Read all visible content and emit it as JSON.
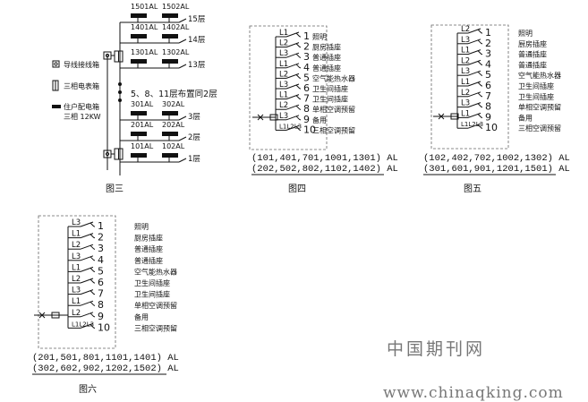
{
  "fig3": {
    "caption": "图三",
    "legend": {
      "jbox": "导线接线箱",
      "meter": "三相电表箱",
      "dist1": "住户配电箱",
      "dist2": "三相 12KW"
    },
    "floors": [
      {
        "left": "1501AL",
        "right": "1502AL",
        "floor": "15层"
      },
      {
        "left": "1401AL",
        "right": "1402AL",
        "floor": "14层"
      },
      {
        "left": "1301AL",
        "right": "1302AL",
        "floor": "13层"
      },
      {
        "left": "301AL",
        "right": "302AL",
        "floor": "3层"
      },
      {
        "left": "201AL",
        "right": "202AL",
        "floor": "2层"
      },
      {
        "left": "101AL",
        "right": "102AL",
        "floor": "1层"
      }
    ],
    "note": "5、8、11层布置同2层"
  },
  "fig4": {
    "caption": "图四",
    "phases": [
      "L1",
      "L2",
      "L3",
      "L1",
      "L2",
      "L3",
      "L1",
      "L2",
      "L3",
      "L1L2L3"
    ],
    "circuits": [
      "照明",
      "厨房插座",
      "普通插座",
      "普通插座",
      "空气能热水器",
      "卫生间插座",
      "卫生间插座",
      "单相空调预留",
      "备用",
      "三相空调预留"
    ],
    "labels": [
      "(101,401,701,1001,1301) AL",
      "(202,502,802,1102,1402) AL"
    ]
  },
  "fig5": {
    "caption": "图五",
    "phases": [
      "L2",
      "L3",
      "L1",
      "L2",
      "L3",
      "L1",
      "L2",
      "L3",
      "L1",
      "L1L2L3"
    ],
    "circuits": [
      "照明",
      "厨房插座",
      "普通插座",
      "普通插座",
      "空气能热水器",
      "卫生间插座",
      "卫生间插座",
      "单相空调预留",
      "备用",
      "三相空调预留"
    ],
    "labels": [
      "(102,402,702,1002,1302) AL",
      "(301,601,901,1201,1501) AL"
    ]
  },
  "fig6": {
    "caption": "图六",
    "phases": [
      "L3",
      "L1",
      "L2",
      "L3",
      "L1",
      "L2",
      "L3",
      "L1",
      "L2",
      "L1L2L3"
    ],
    "circuits": [
      "照明",
      "厨房插座",
      "普通插座",
      "普通插座",
      "空气能热水器",
      "卫生间插座",
      "卫生间插座",
      "单相空调预留",
      "备用",
      "三相空调预留"
    ],
    "labels": [
      "(201,501,801,1101,1401) AL",
      "(302,602,902,1202,1502) AL"
    ]
  },
  "watermark": {
    "cn": "中国期刊网",
    "url": "www.chinaqking.com"
  }
}
